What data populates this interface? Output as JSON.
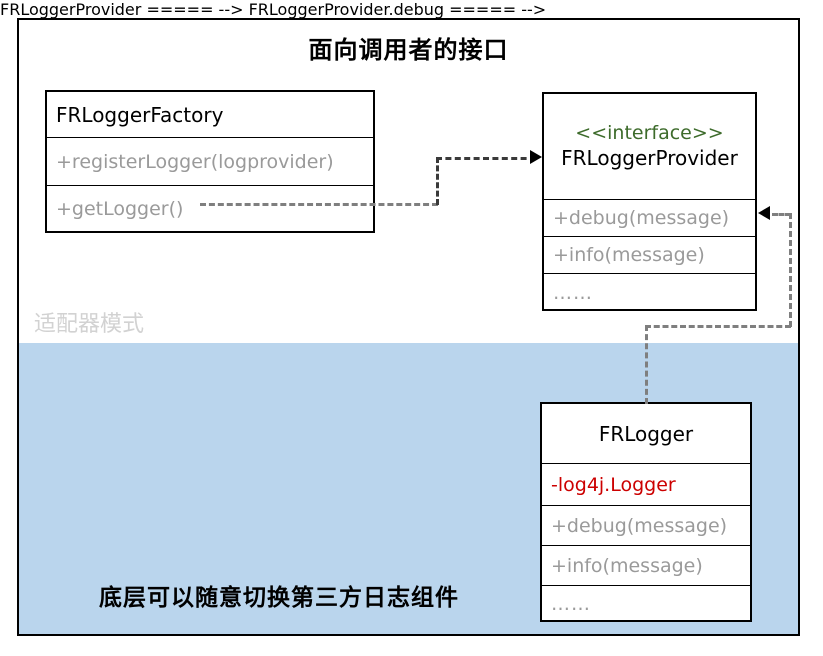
{
  "diagram": {
    "title": "面向调用者的接口",
    "adapter_label": "适配器模式",
    "bottom_caption": "底层可以随意切换第三方日志组件",
    "colors": {
      "region_blue": "#bad5ed",
      "interface_green": "#3d6b2b",
      "private_red": "#cc0000",
      "member_gray": "#9a9a9a",
      "adapter_label_gray": "#d2d2d2",
      "border_black": "#000000"
    }
  },
  "classes": {
    "factory": {
      "name": "FRLoggerFactory",
      "members": [
        "+registerLogger(logprovider)",
        "+getLogger()"
      ]
    },
    "provider": {
      "stereotype": "<<interface>>",
      "name": "FRLoggerProvider",
      "members": [
        "+debug(message)",
        "+info(message)",
        "……"
      ]
    },
    "logger": {
      "name": "FRLogger",
      "field": "-log4j.Logger",
      "members": [
        "+debug(message)",
        "+info(message)",
        "……"
      ]
    }
  },
  "connectors": [
    {
      "name": "factory-uses-provider",
      "from": "FRLoggerFactory.+getLogger()",
      "to": "FRLoggerProvider",
      "style": "dashed",
      "arrow": "open-right"
    },
    {
      "name": "logger-implements-provider",
      "from": "FRLogger",
      "to": "FRLoggerProvider.+debug(message)",
      "style": "dashed",
      "arrow": "open-left"
    }
  ]
}
